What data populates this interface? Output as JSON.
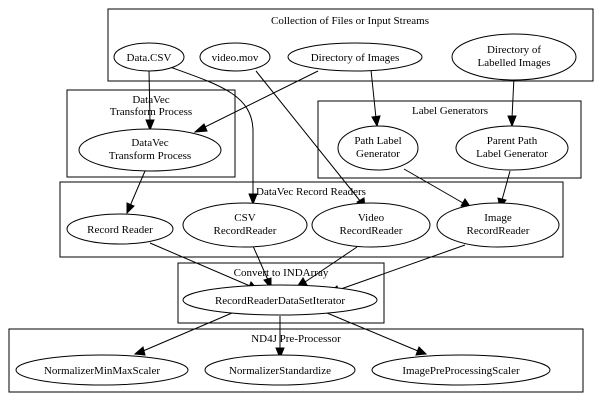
{
  "clusters": {
    "input": "Collection of Files or Input Streams",
    "transform": [
      "DataVec",
      "Transform Process"
    ],
    "labels": "Label Generators",
    "readers": "DataVec Record Readers",
    "convert": "Convert to INDArray",
    "preproc": "ND4J Pre-Processor"
  },
  "nodes": {
    "data_csv": [
      "Data.CSV"
    ],
    "video_mov": [
      "video.mov"
    ],
    "dir_images": [
      "Directory of Images"
    ],
    "dir_labelled": [
      "Directory of",
      "Labelled Images"
    ],
    "transform_process": [
      "DataVec",
      "Transform Process"
    ],
    "path_label": [
      "Path Label",
      "Generator"
    ],
    "parent_path_label": [
      "Parent Path",
      "Label Generator"
    ],
    "record_reader": [
      "Record Reader"
    ],
    "csv_reader": [
      "CSV",
      "RecordReader"
    ],
    "video_reader": [
      "Video",
      "RecordReader"
    ],
    "image_reader": [
      "Image",
      "RecordReader"
    ],
    "iterator": [
      "RecordReaderDataSetIterator"
    ],
    "minmax": [
      "NormalizerMinMaxScaler"
    ],
    "standardize": [
      "NormalizerStandardize"
    ],
    "image_scaler": [
      "ImagePreProcessingScaler"
    ]
  }
}
